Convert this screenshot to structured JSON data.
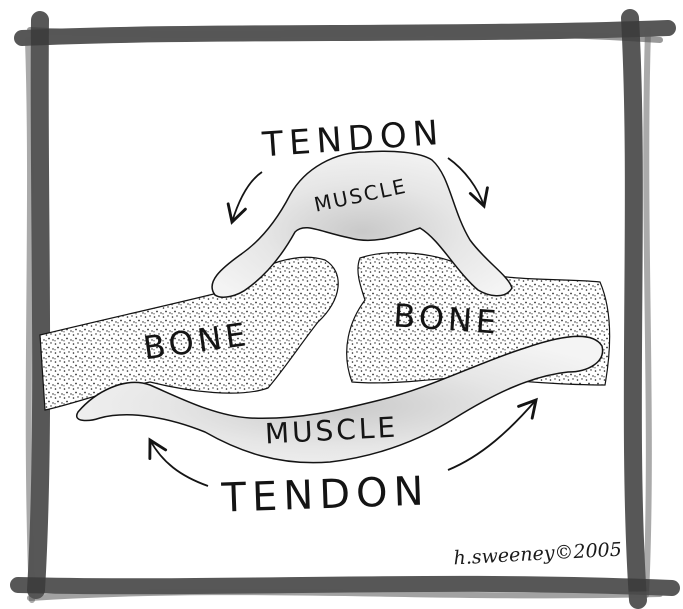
{
  "labels": {
    "tendon_top": "TENDON",
    "muscle_top": "MUSCLE",
    "bone_left": "BONE",
    "bone_right": "BONE",
    "muscle_bottom": "MUSCLE",
    "tendon_bottom": "TENDON"
  },
  "signature": "h.sweeney©2005",
  "colors": {
    "ink": "#141414",
    "frame": "#3a3a3a",
    "stipple": "#222222",
    "muscle_fill": "#ededed",
    "paper": "#ffffff"
  }
}
